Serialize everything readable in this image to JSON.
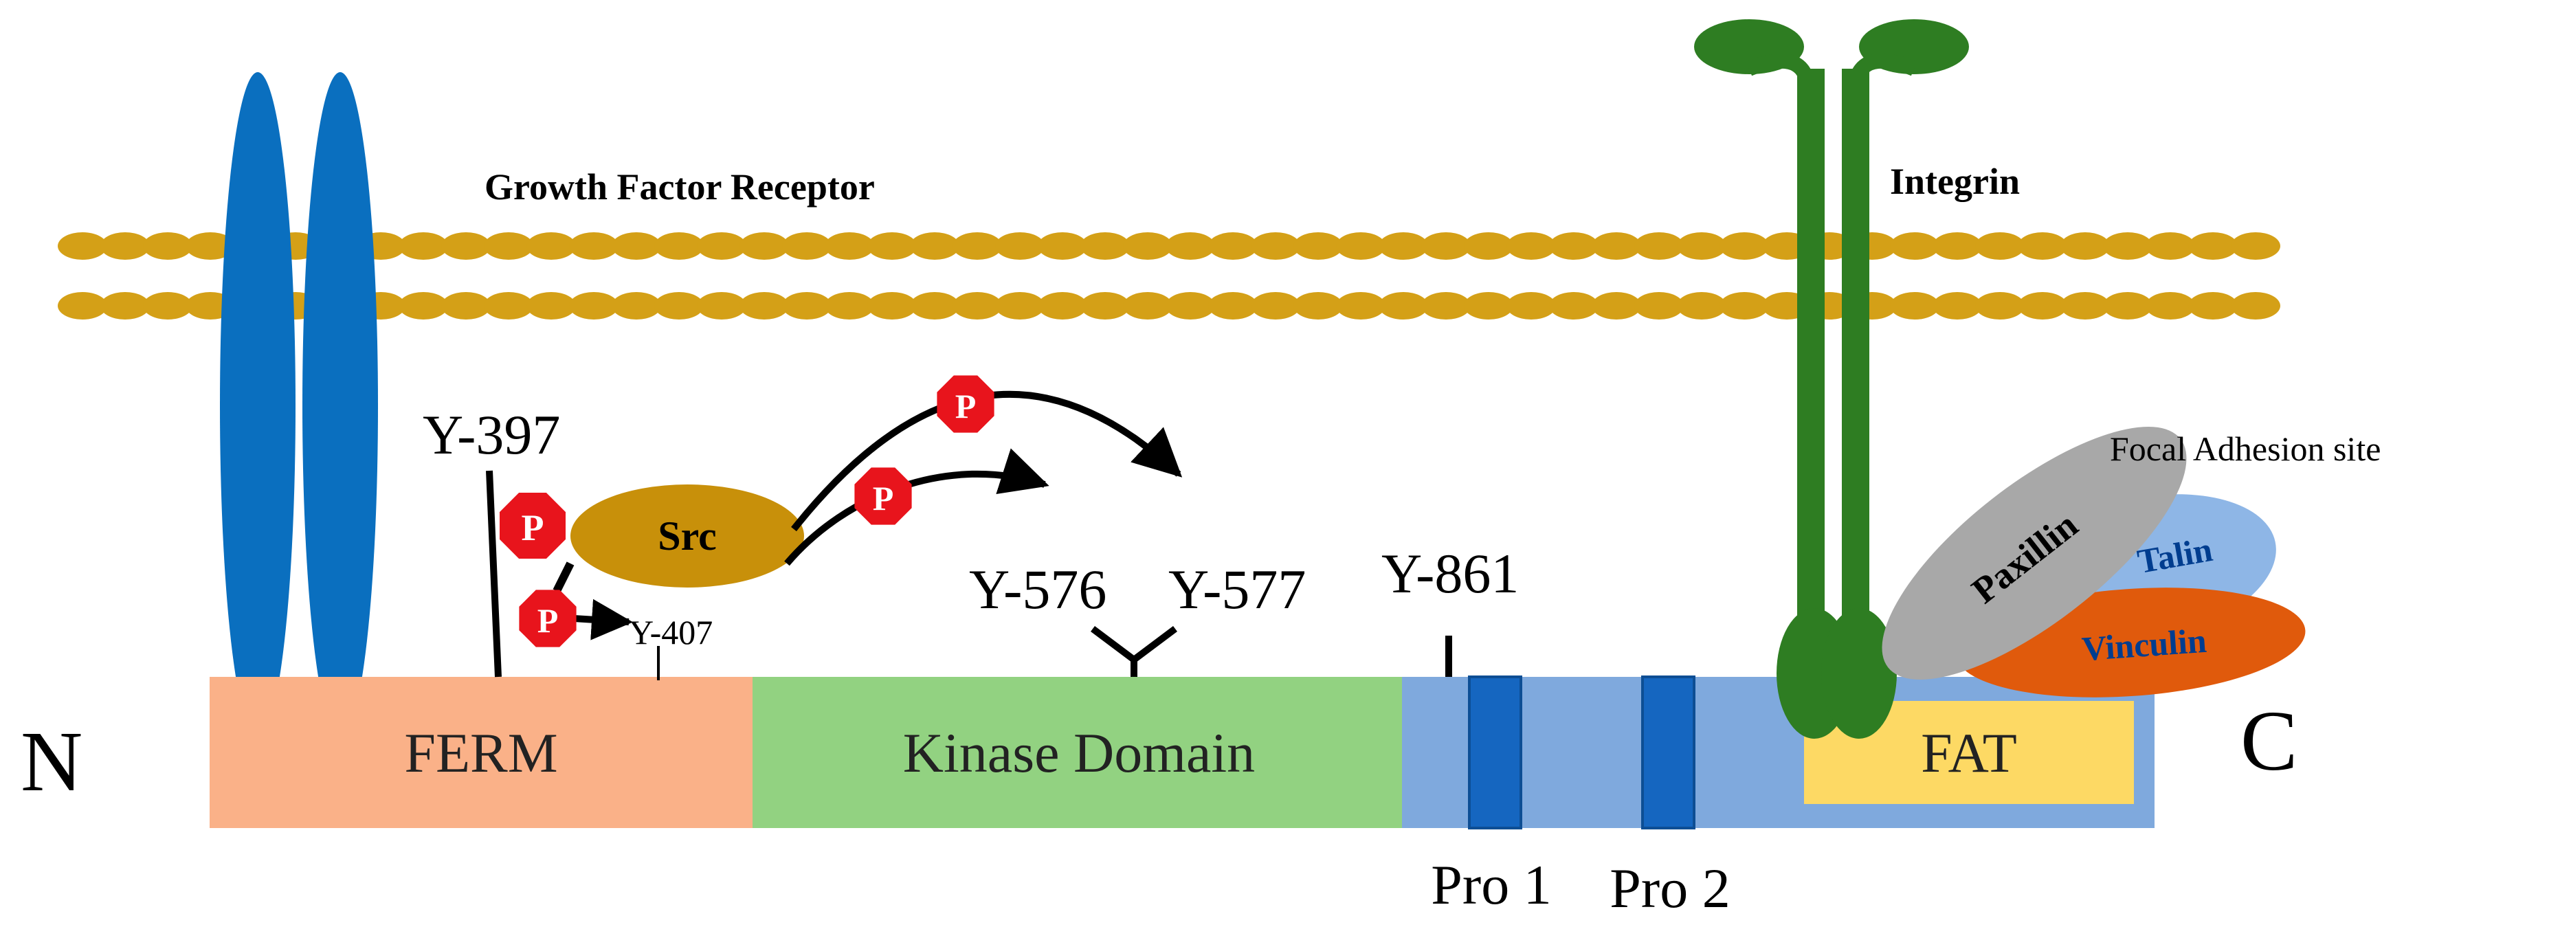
{
  "labels": {
    "growth_factor_receptor": "Growth Factor Receptor",
    "integrin": "Integrin",
    "focal_adhesion_site": "Focal Adhesion site",
    "n_terminus": "N",
    "c_terminus": "C",
    "y397": "Y-397",
    "y407": "Y-407",
    "y576": "Y-576",
    "y577": "Y-577",
    "y861": "Y-861",
    "src": "Src",
    "phospho": "P",
    "paxillin": "Paxillin",
    "talin": "Talin",
    "vinculin": "Vinculin"
  },
  "domains": {
    "ferm": "FERM",
    "kinase": "Kinase Domain",
    "fat": "FAT",
    "pro1": "Pro 1",
    "pro2": "Pro 2"
  },
  "colors": {
    "membrane": "#D4A017",
    "receptor": "#0A6FBF",
    "integrin": "#2E7D22",
    "ferm": "#FAB188",
    "kinase": "#92D281",
    "c_region": "#7FA9DD",
    "proline_box": "#1566C0",
    "fat": "#FDD964",
    "src": "#C8900A",
    "phospho": "#E8141C",
    "paxillin": "#A8A8A8",
    "talin": "#8EB6E6",
    "vinculin": "#E05A0C"
  }
}
